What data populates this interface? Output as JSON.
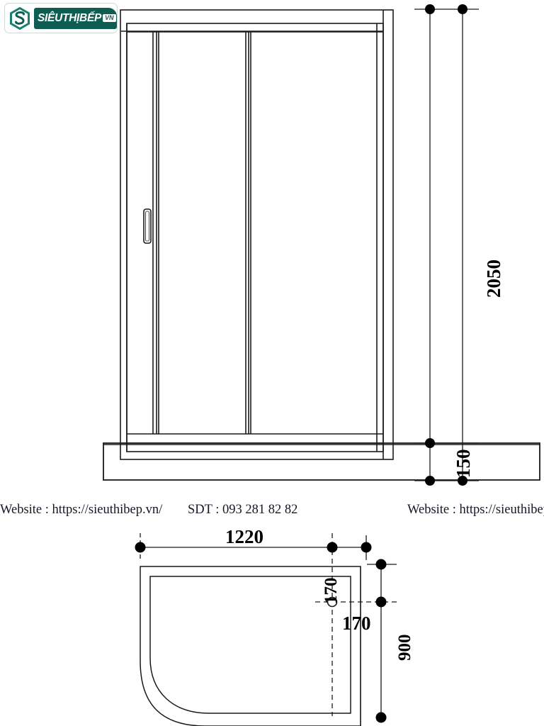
{
  "logo": {
    "name": "sieuthibep-logo",
    "brand_text": "SIÊUTHỊBẾP",
    "brand_suffix": "VN",
    "mark_color": "#1a7f6e",
    "band_color": "#0f5c52"
  },
  "footer": {
    "website_label": "Website : https://sieuthibep.vn/",
    "phone_label": "SDT : 093 281 82 82",
    "website_label_2": "Website : https://sieuthibep."
  },
  "drawing": {
    "title": "shower-enclosure-technical-drawing",
    "line_color": "#1a1a1a",
    "elevation": {
      "name": "front-elevation-view",
      "panels": 3,
      "handle": "door-handle",
      "tray": "shower-tray-base"
    },
    "plan": {
      "name": "plan-view",
      "drain": "drain-center-mark",
      "corner": "rounded-corner-left"
    }
  },
  "dimensions": {
    "height_overall": "2050",
    "tray_height": "150",
    "width_overall": "1220",
    "depth_overall": "900",
    "drain_offset_x": "170",
    "drain_offset_y": "170"
  }
}
